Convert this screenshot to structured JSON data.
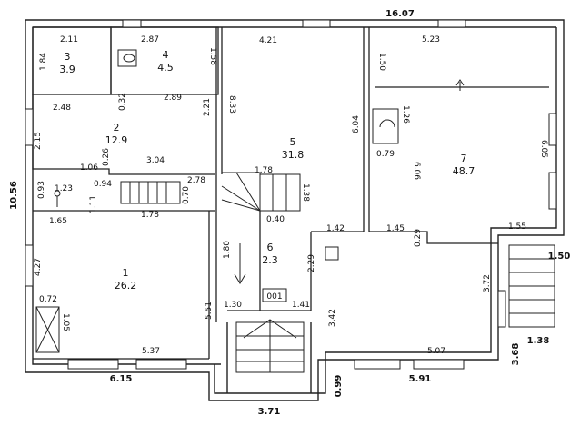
{
  "plan": {
    "overall": {
      "width": "16.07",
      "height": "10.56",
      "porch_width": "3.71",
      "porch_depth": "0.99",
      "right_w": "1.50",
      "right_d": "3.68",
      "stair_w": "1.38",
      "bottom_mid": "6.15",
      "bottom_right": "5.91"
    },
    "rooms": [
      {
        "num": "3",
        "area": "3.9"
      },
      {
        "num": "4",
        "area": "4.5"
      },
      {
        "num": "2",
        "area": "12.9"
      },
      {
        "num": "5",
        "area": "31.8"
      },
      {
        "num": "7",
        "area": "48.7"
      },
      {
        "num": "6",
        "area": "2.3"
      },
      {
        "num": "1",
        "area": "26.2"
      }
    ],
    "dims": [
      "2.11",
      "1.84",
      "2.87",
      "1.58",
      "0.32",
      "2.89",
      "2.48",
      "2.15",
      "2.21",
      "8.33",
      "4.21",
      "6.04",
      "5.23",
      "1.50",
      "1.26",
      "6.05",
      "0.79",
      "6.06",
      "1.06",
      "0.26",
      "3.04",
      "1.78",
      "2.78",
      "0.93",
      "1.23",
      "0.94",
      "1.11",
      "0.70",
      "1.38",
      "1.65",
      "1.78",
      "0.40",
      "1.42",
      "1.45",
      "0.29",
      "1.55",
      "4.27",
      "1.80",
      "2.29",
      "3.72",
      "0.72",
      "1.05",
      "5.51",
      "1.30",
      "1.41",
      "3.42",
      "5.37",
      "5.07"
    ],
    "tag": "001"
  }
}
